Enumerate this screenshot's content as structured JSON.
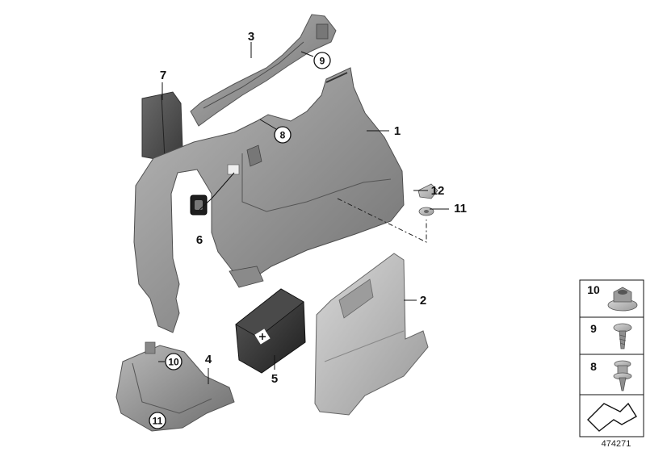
{
  "diagram": {
    "document_number": "474271",
    "callouts": {
      "p1": "1",
      "p2": "2",
      "p3": "3",
      "p4": "4",
      "p5": "5",
      "p6": "6",
      "p7": "7",
      "p8": "8",
      "p9": "9",
      "p10": "10",
      "p11": "11",
      "p12": "12"
    },
    "legend": {
      "items": [
        "10",
        "9",
        "8"
      ]
    }
  }
}
